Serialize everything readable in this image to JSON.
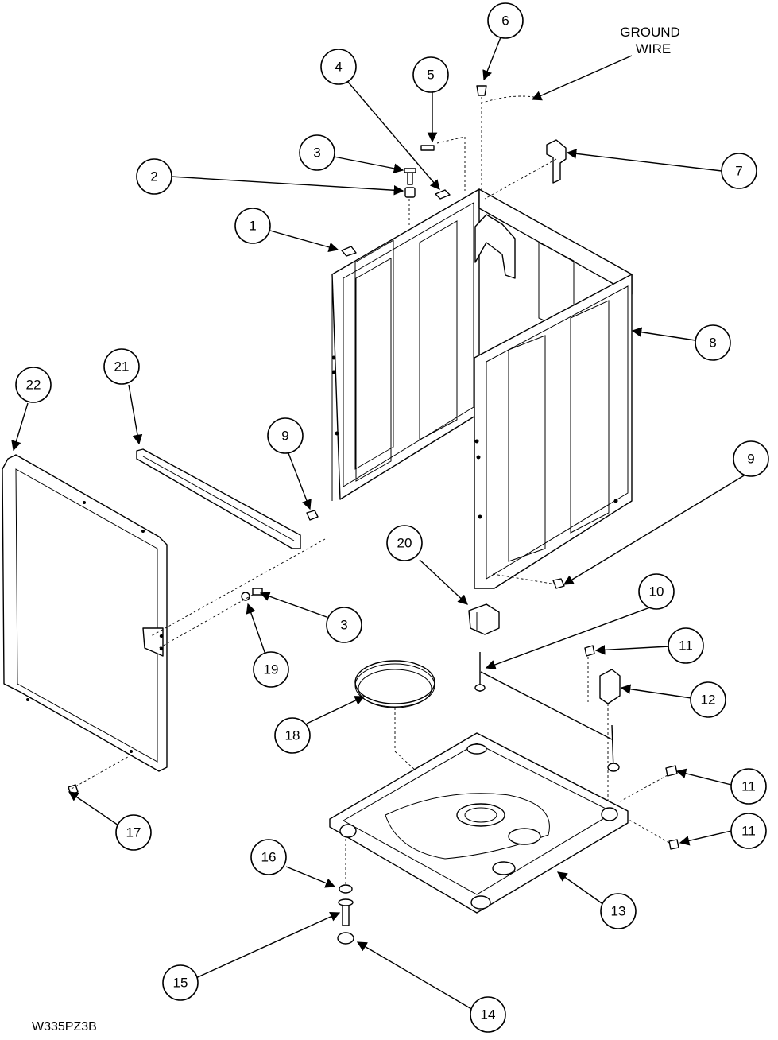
{
  "diagram": {
    "drawing_code": "W335PZ3B",
    "ground_wire_label": [
      "GROUND",
      "WIRE"
    ],
    "callouts": [
      "1",
      "2",
      "3",
      "4",
      "5",
      "6",
      "7",
      "8",
      "9",
      "9",
      "10",
      "11",
      "11",
      "11",
      "12",
      "13",
      "14",
      "15",
      "16",
      "17",
      "18",
      "19",
      "20",
      "21",
      "22",
      "3"
    ]
  },
  "colors": {
    "line": "#000000",
    "background": "#ffffff"
  }
}
